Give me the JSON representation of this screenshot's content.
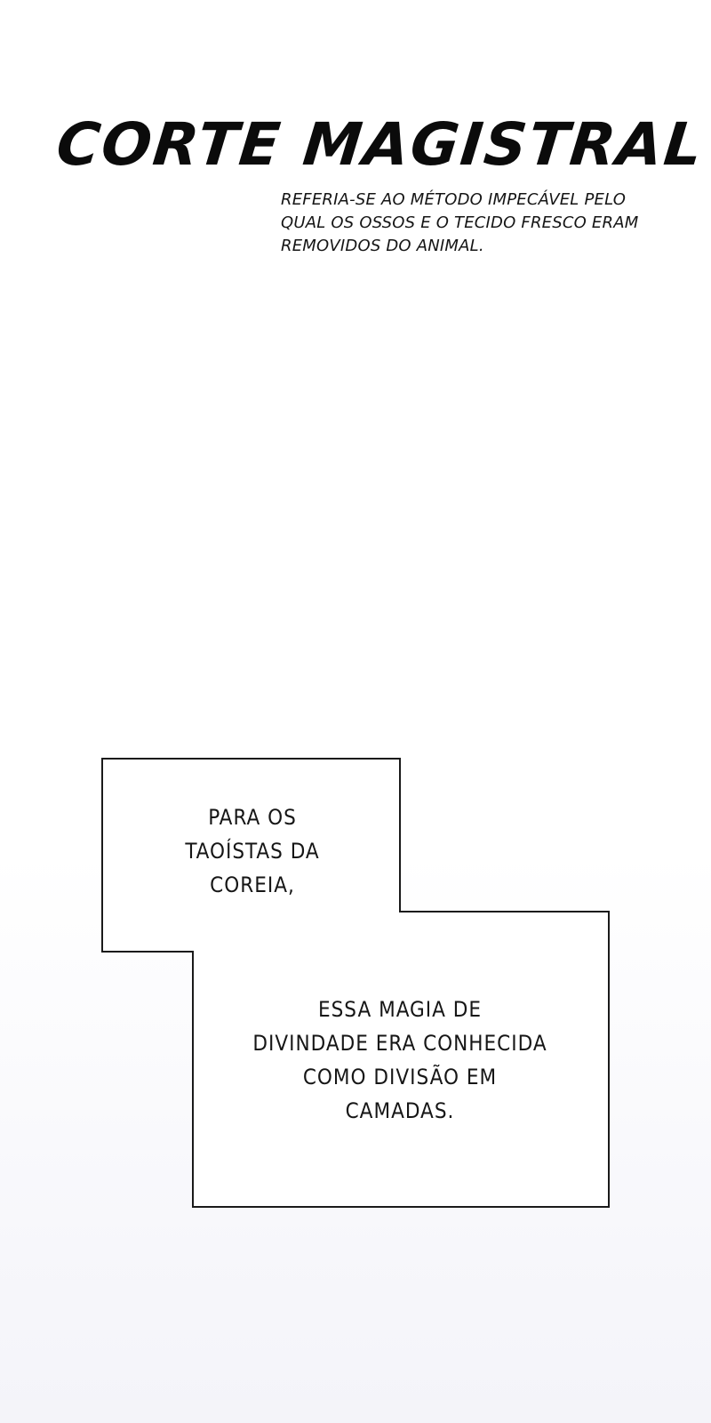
{
  "header": {
    "title": "CORTE MAGISTRAL",
    "definition_lines": [
      "REFERIA-SE AO MÉTODO IMPECÁVEL PELO",
      "QUAL OS OSSOS E O TECIDO FRESCO ERAM",
      "REMOVIDOS DO ANIMAL."
    ]
  },
  "captions": {
    "first_lines": [
      "PARA OS",
      "TAOÍSTAS DA",
      "COREIA,"
    ],
    "second_lines": [
      "ESSA MAGIA DE",
      "DIVINDADE ERA CONHECIDA",
      "COMO DIVISÃO EM",
      "CAMADAS."
    ]
  },
  "colors": {
    "background": "#ffffff",
    "text": "#111111",
    "outline": "#1a1a1a"
  }
}
